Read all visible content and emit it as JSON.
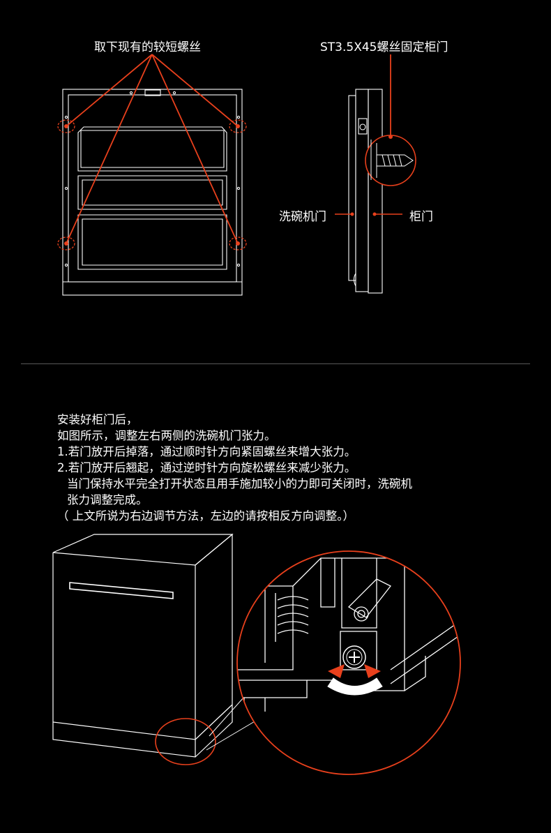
{
  "top": {
    "label_left": "取下现有的较短螺丝",
    "label_right": "ST3.5X45螺丝固定柜门",
    "label_dishwasher_door": "洗碗机门",
    "label_cabinet_door": "柜门"
  },
  "instructions": {
    "line1": "安装好柜门后，",
    "line2": "如图所示，调整左右两侧的洗碗机门张力。",
    "line3": "1.若门放开后掉落，通过顺时针方向紧固螺丝来增大张力。",
    "line4": "2.若门放开后翘起，通过逆时针方向旋松螺丝来减少张力。",
    "line5": "当门保持水平完全打开状态且用手施加较小的力即可关闭时，洗碗机",
    "line6": "张力调整完成。",
    "line7": "（ 上文所说为右边调节方法，左边的请按相反方向调整。）"
  },
  "colors": {
    "accent": "#e8401c",
    "line": "#ffffff",
    "divider": "#5a5a5a",
    "background": "#000000"
  }
}
